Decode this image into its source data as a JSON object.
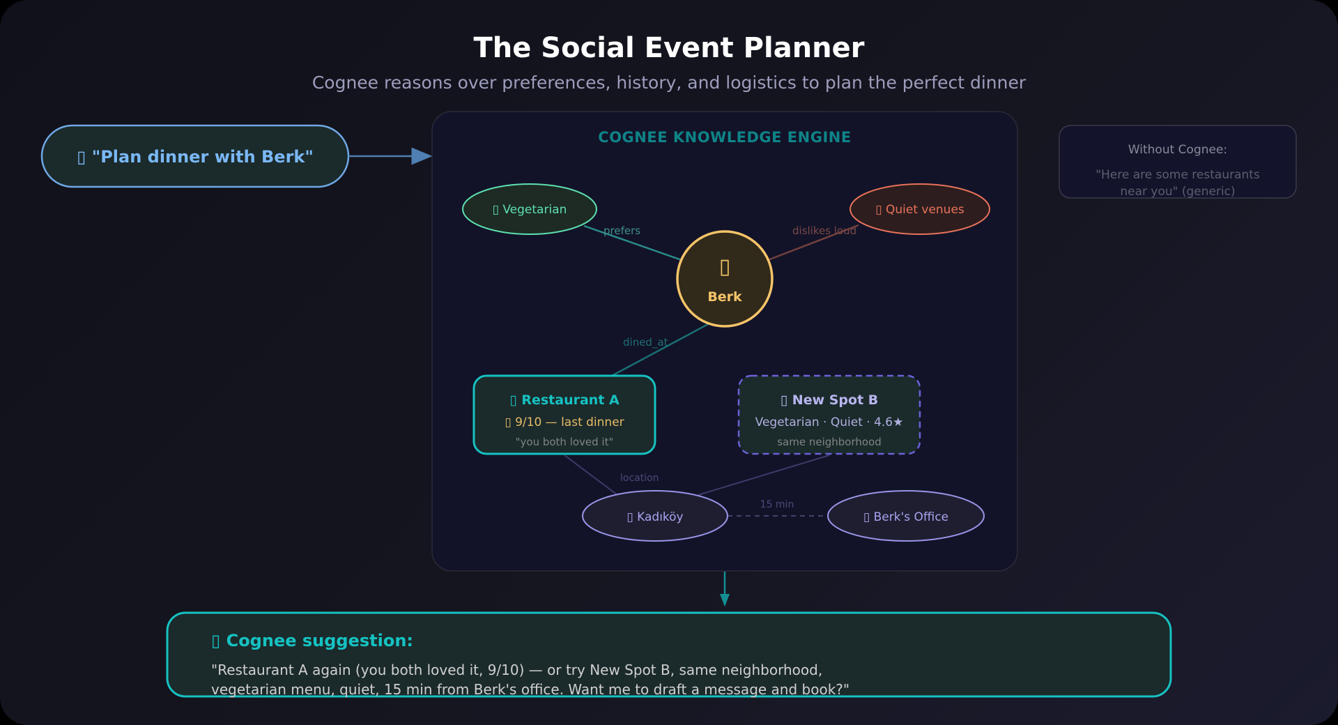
{
  "header": {
    "title": "The Social Event Planner",
    "subtitle": "Cognee reasons over preferences, history, and logistics to plan the perfect dinner"
  },
  "query": {
    "icon": "speech-bubble-icon",
    "glyph": "▯",
    "text": "\"Plan dinner with Berk\""
  },
  "without": {
    "title": "Without Cognee:",
    "line1": "\"Here are some restaurants",
    "line2": "near you\" (generic)"
  },
  "engine": {
    "title": "COGNEE KNOWLEDGE ENGINE",
    "nodes": {
      "berk": {
        "icon": "person-icon",
        "glyph": "▯",
        "label": "Berk"
      },
      "vegetarian": {
        "icon": "leaf-icon",
        "glyph": "▯",
        "label": "Vegetarian"
      },
      "quiet": {
        "icon": "mute-icon",
        "glyph": "▯",
        "label": "Quiet venues"
      },
      "restaurant_a": {
        "icon": "restaurant-icon",
        "glyph": "▯",
        "title": "Restaurant A",
        "rating_icon": "star-icon",
        "rating": "9/10 — last dinner",
        "quote": "\"you both loved it\""
      },
      "new_spot_b": {
        "icon": "sparkle-icon",
        "glyph": "▯",
        "title": "New Spot B",
        "details": "Vegetarian · Quiet · 4.6★",
        "note": "same neighborhood"
      },
      "kadikoy": {
        "icon": "pin-icon",
        "glyph": "▯",
        "label": "Kadıköy"
      },
      "office": {
        "icon": "office-icon",
        "glyph": "▯",
        "label": "Berk's Office"
      }
    },
    "edges": {
      "prefers": "prefers",
      "dislikes": "dislikes loud",
      "dined_at": "dined_at",
      "location": "location",
      "distance": "15 min"
    }
  },
  "suggestion": {
    "icon": "lightbulb-icon",
    "glyph": "▯",
    "title": "Cognee suggestion:",
    "line1": "\"Restaurant A again (you both loved it, 9/10) — or try New Spot B, same neighborhood,",
    "line2": "vegetarian menu, quiet, 15 min from Berk's office. Want me to draft a message and book?\""
  },
  "colors": {
    "teal": "#16c2c2",
    "blue": "#7ab8f5",
    "gold": "#f5c469",
    "green": "#5ee0b0",
    "coral": "#e8735a",
    "purple": "#9a94e8"
  }
}
